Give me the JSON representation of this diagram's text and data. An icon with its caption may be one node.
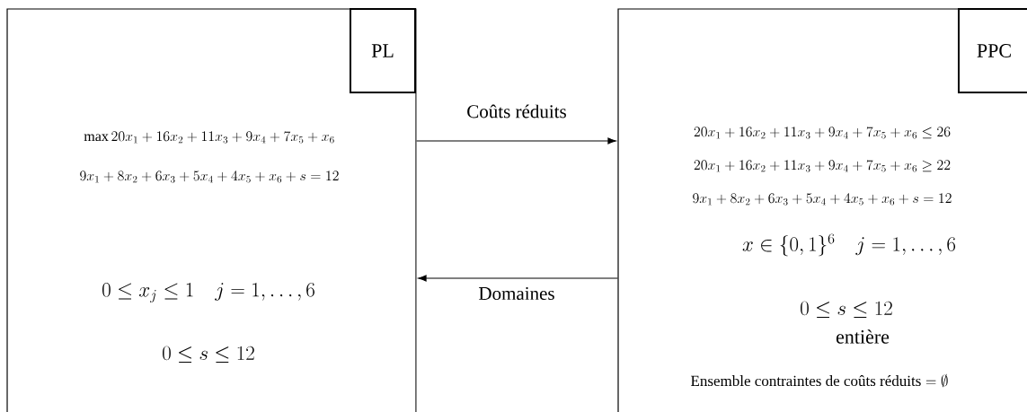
{
  "diagram": {
    "nodes": [
      {
        "text": [
          "\\max 20x_1+16x_2+11x_3+9x_4+7x_5+x_6",
          "9x_1+8x_2+6x_3+5x_4+4x_5+x_6+s=12",
          "0\\le x_j\\le 1\\quad j=1,\\ldots,6",
          "0\\le s\\le 12"
        ]
      },
      {
        "text": [
          "PL"
        ],
        "in": 0
      },
      {
        "text": [
          "20x_1+16x_2+11x_3+9x_4+7x_5+x_6\\le 26",
          "20x_1+16x_2+11x_3+9x_4+7x_5+x_6\\ge 22",
          "9x_1+8x_2+6x_3+5x_4+4x_5+x_6+s=12",
          "x\\in\\{0,1\\}^6\\quad j=1,\\ldots,6",
          "0\\le s\\le 12",
          "entière",
          "\\mbox{Ensemble contraintes de coûts réduits} = \\emptyset"
        ]
      },
      {
        "text": [
          "PPC"
        ],
        "in": 2
      }
    ],
    "edges": [
      {
        "from": 0,
        "to": 2,
        "arrow": "to",
        "label": "Coûts réduits"
      },
      {
        "from": 2,
        "to": 0,
        "arrow": "to",
        "label": "Domaines"
      }
    ]
  }
}
